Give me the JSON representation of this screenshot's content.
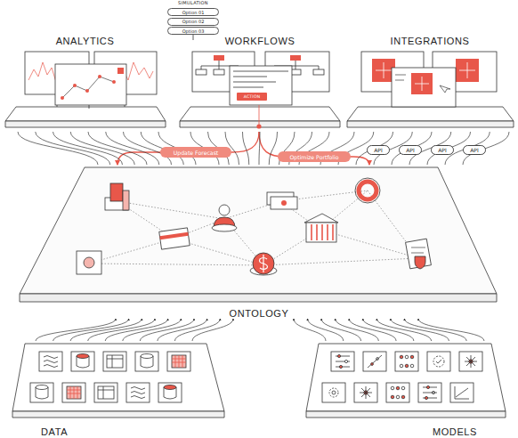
{
  "diagram": {
    "nodes": [
      {
        "text": [
          "Option 01"
        ]
      },
      {
        "text": [
          "Option 02"
        ]
      },
      {
        "text": [
          "Option 03"
        ]
      },
      {
        "text": [
          "ANALYTICS"
        ]
      },
      {
        "text": [
          "WORKFLOWS"
        ]
      },
      {
        "text": [
          "ACTION"
        ],
        "in": 4
      },
      {
        "text": [
          "INTEGRATIONS"
        ]
      },
      {
        "text": [
          "API"
        ]
      },
      {
        "text": [
          "API"
        ]
      },
      {
        "text": [
          "API"
        ]
      },
      {
        "text": [
          "API"
        ]
      },
      {
        "text": [
          "ONTOLOGY"
        ]
      },
      {
        "text": [
          "DATA"
        ]
      },
      {
        "text": [
          "MODELS"
        ]
      }
    ],
    "edges": [
      {
        "from": 4,
        "to": 11,
        "label": "Update Forecast",
        "arrow": "to"
      },
      {
        "from": 4,
        "to": 11,
        "label": "Optimize Portfolio",
        "arrow": "to"
      },
      {
        "from": 3,
        "to": 11,
        "arrow": "none"
      },
      {
        "from": 4,
        "to": 11,
        "arrow": "none"
      },
      {
        "from": 6,
        "to": 11,
        "arrow": "none"
      },
      {
        "from": 12,
        "to": 11,
        "arrow": "to"
      },
      {
        "from": 13,
        "to": 11,
        "arrow": "to"
      }
    ],
    "labels": [
      "SIMULATION"
    ]
  }
}
